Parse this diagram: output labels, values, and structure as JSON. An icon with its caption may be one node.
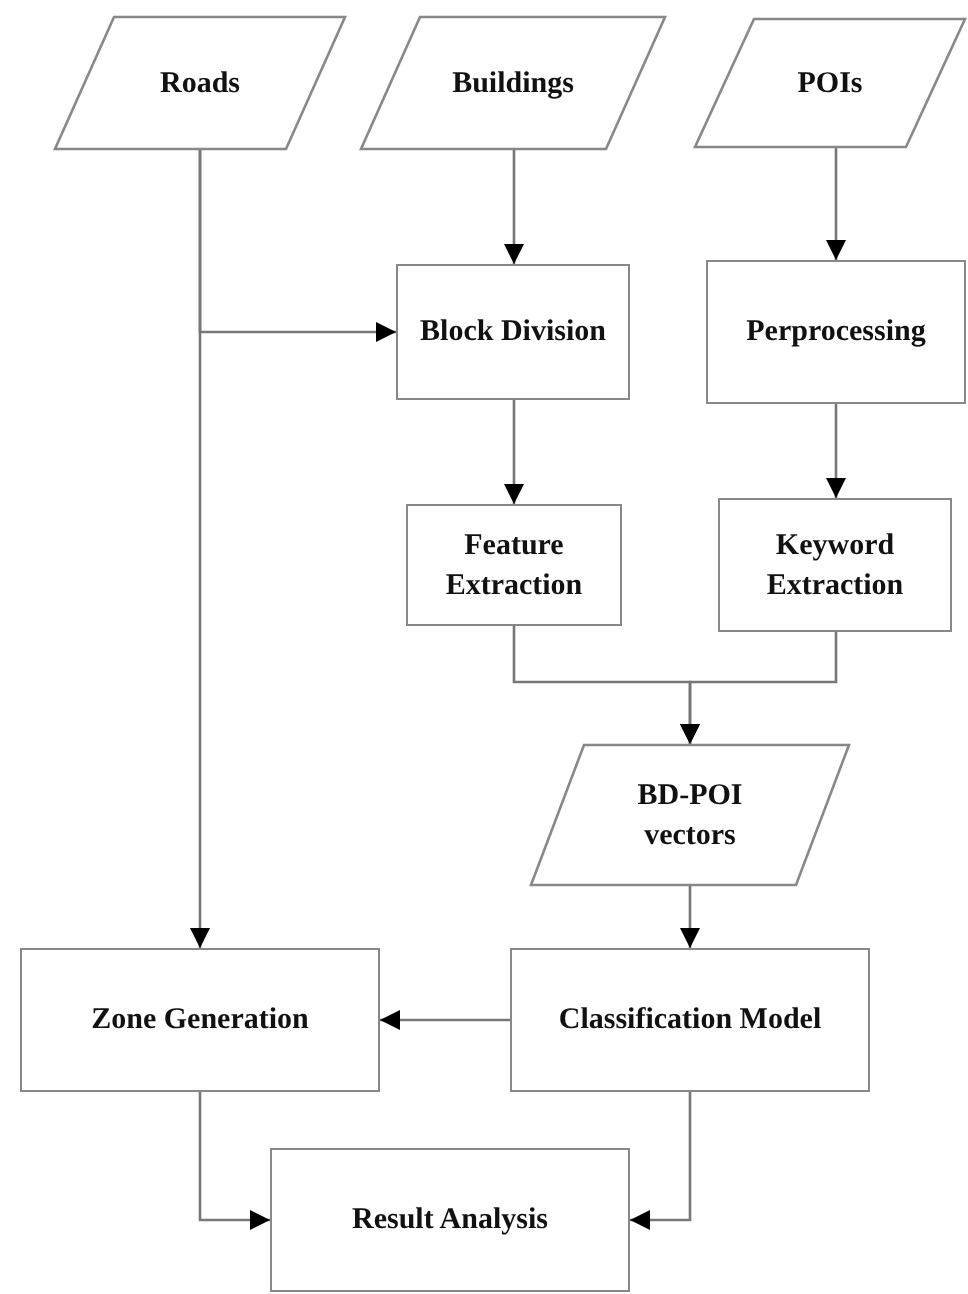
{
  "diagram": {
    "nodes": [
      {
        "text": [
          "Roads"
        ]
      },
      {
        "text": [
          "Buildings"
        ]
      },
      {
        "text": [
          "POIs"
        ]
      },
      {
        "text": [
          "Block Division"
        ]
      },
      {
        "text": [
          "Perprocessing"
        ]
      },
      {
        "text": [
          "Feature Extraction"
        ]
      },
      {
        "text": [
          "Keyword Extraction"
        ]
      },
      {
        "text": [
          "BD-POI vectors"
        ]
      },
      {
        "text": [
          "Zone Generation"
        ]
      },
      {
        "text": [
          "Classification Model"
        ]
      },
      {
        "text": [
          "Result Analysis"
        ]
      }
    ],
    "edges": [
      {
        "from": 0,
        "to": 8,
        "arrow": "to"
      },
      {
        "from": 0,
        "to": 3,
        "arrow": "to"
      },
      {
        "from": 1,
        "to": 3,
        "arrow": "to"
      },
      {
        "from": 2,
        "to": 4,
        "arrow": "to"
      },
      {
        "from": 3,
        "to": 5,
        "arrow": "to"
      },
      {
        "from": 4,
        "to": 6,
        "arrow": "to"
      },
      {
        "from": 5,
        "to": 7,
        "arrow": "to"
      },
      {
        "from": 6,
        "to": 7,
        "arrow": "to"
      },
      {
        "from": 7,
        "to": 9,
        "arrow": "to"
      },
      {
        "from": 9,
        "to": 8,
        "arrow": "to"
      },
      {
        "from": 8,
        "to": 10,
        "arrow": "to"
      },
      {
        "from": 9,
        "to": 10,
        "arrow": "to"
      }
    ]
  }
}
